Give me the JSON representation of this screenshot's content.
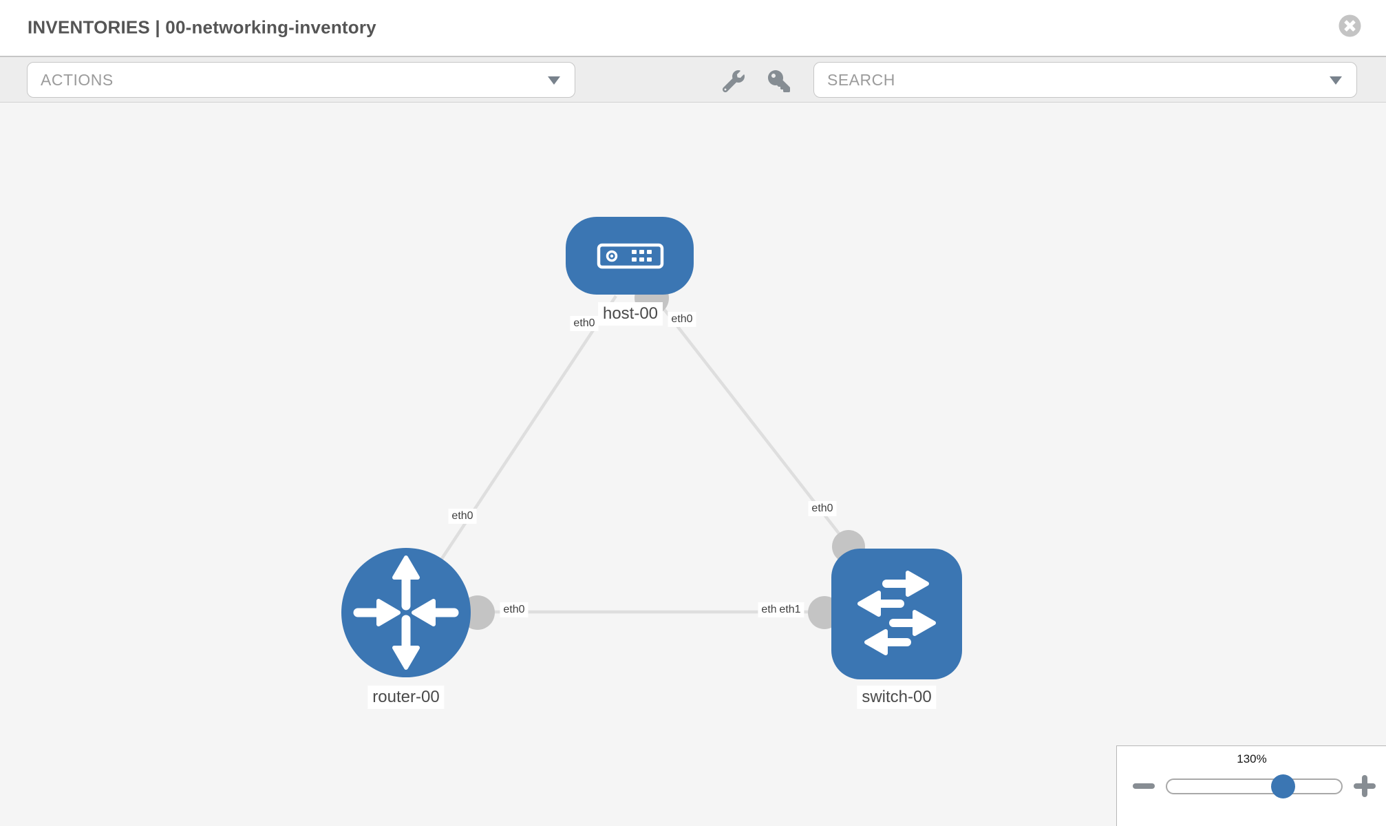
{
  "header": {
    "title": "INVENTORIES | 00-networking-inventory",
    "close_icon": "circle-x"
  },
  "toolbar": {
    "actions_placeholder": "ACTIONS",
    "search_placeholder": "SEARCH",
    "wrench_icon": "wrench",
    "key_icon": "key"
  },
  "canvas": {
    "nodes": [
      {
        "id": "host-00",
        "type": "host",
        "label": "host-00"
      },
      {
        "id": "router-00",
        "type": "router",
        "label": "router-00"
      },
      {
        "id": "switch-00",
        "type": "switch",
        "label": "switch-00"
      }
    ],
    "edges": [
      {
        "from": "host-00",
        "from_interface": "eth0",
        "to": "router-00",
        "to_interface": "eth0"
      },
      {
        "from": "host-00",
        "from_interface": "eth0",
        "to": "switch-00",
        "to_interface": "eth0"
      },
      {
        "from": "router-00",
        "from_interface": "eth0",
        "to": "switch-00",
        "to_interface": "eth1"
      }
    ],
    "interface_labels": [
      {
        "text": "eth0"
      },
      {
        "text": "eth0"
      },
      {
        "text": "eth0"
      },
      {
        "text": "eth0"
      },
      {
        "text": "eth0"
      },
      {
        "text": "eth0"
      },
      {
        "text": "eth1"
      }
    ]
  },
  "zoom_control": {
    "level": "130%",
    "minus_icon": "minus",
    "plus_icon": "plus"
  },
  "colors": {
    "node_blue": "#3b76b3",
    "edge_gray": "#dedede",
    "port_gray": "#c4c4c4",
    "toolbar_bg": "#ededed",
    "canvas_bg": "#f5f5f5",
    "title_text": "#555555"
  }
}
